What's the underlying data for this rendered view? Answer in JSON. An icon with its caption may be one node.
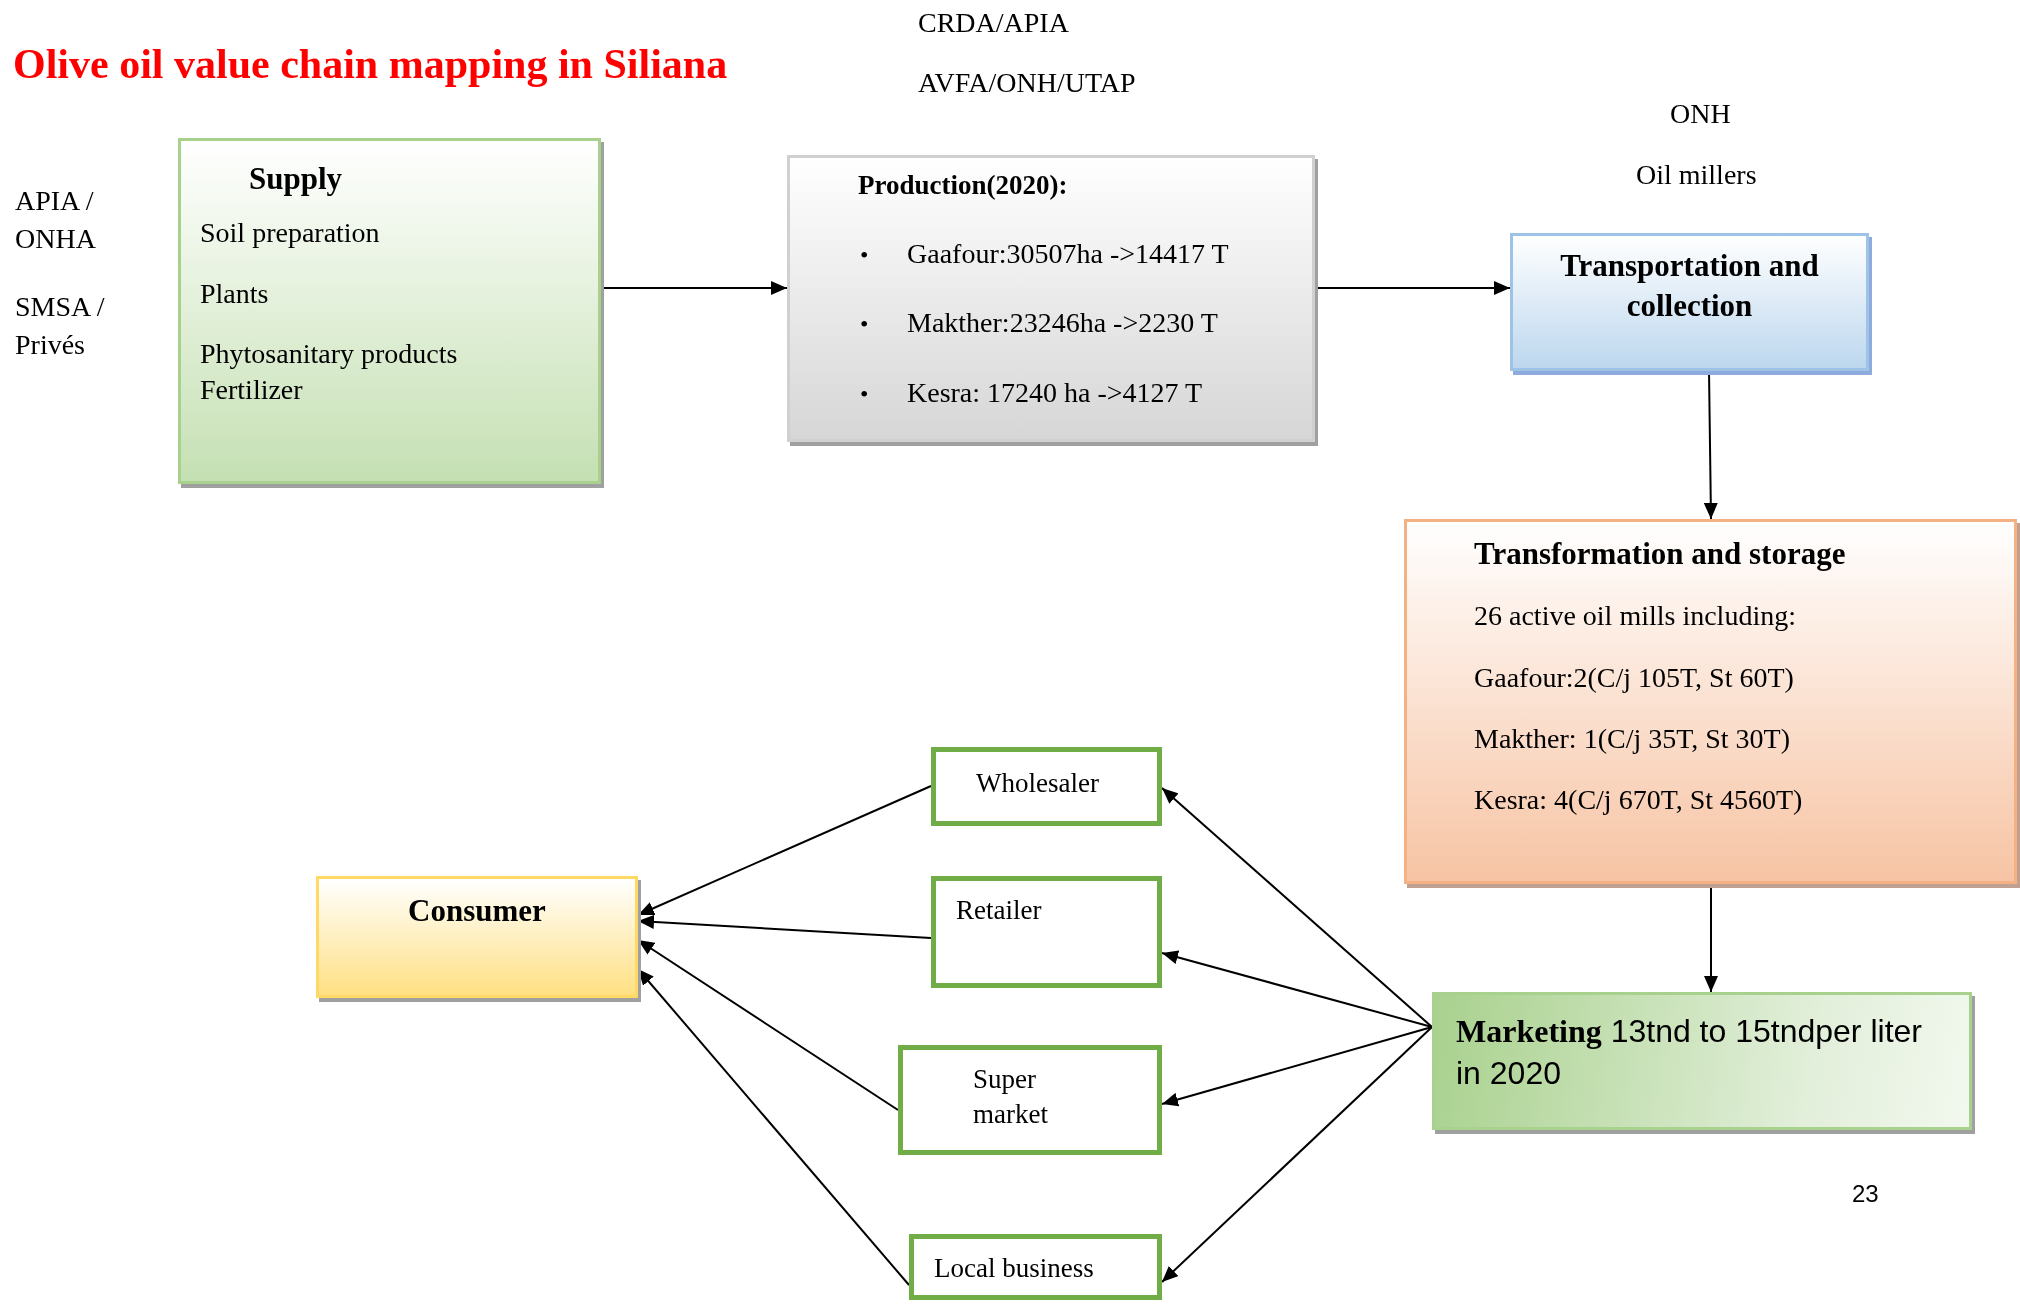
{
  "diagram": {
    "title": "Olive oil value chain mapping in Siliana",
    "nodes": [
      {
        "text": [
          "Supply",
          "Soil preparation",
          "Plants",
          "Phytosanitary products Fertilizer"
        ]
      },
      {
        "text": [
          "Production(2020):",
          "•",
          "Gaafour:30507ha ->14417 T",
          "•",
          "Makther:23246ha ->2230 T",
          "•",
          "Kesra: 17240 ha ->4127 T"
        ]
      },
      {
        "text": [
          "Transportation and collection"
        ]
      },
      {
        "text": [
          "Transformation and storage",
          "26 active oil mills including:",
          "Gaafour:2(C/j 105T, St 60T)",
          "Makther: 1(C/j 35T, St 30T)",
          "Kesra: 4(C/j 670T, St 4560T)"
        ]
      },
      {
        "text": [
          "**Marketing** 13tnd to 15tndper liter in 2020"
        ]
      },
      {
        "text": [
          "Consumer"
        ]
      },
      {
        "text": [
          "Wholesaler"
        ]
      },
      {
        "text": [
          "Retailer"
        ]
      },
      {
        "text": [
          "Super market"
        ]
      },
      {
        "text": [
          "Local business"
        ]
      }
    ],
    "edges": [
      {
        "from": 0,
        "to": 1,
        "arrow": "to"
      },
      {
        "from": 1,
        "to": 2,
        "arrow": "to"
      },
      {
        "from": 2,
        "to": 3,
        "arrow": "to"
      },
      {
        "from": 3,
        "to": 4,
        "arrow": "to"
      },
      {
        "from": 4,
        "to": 6,
        "arrow": "to"
      },
      {
        "from": 4,
        "to": 7,
        "arrow": "to"
      },
      {
        "from": 4,
        "to": 8,
        "arrow": "to"
      },
      {
        "from": 4,
        "to": 9,
        "arrow": "to"
      },
      {
        "from": 6,
        "to": 5,
        "arrow": "to"
      },
      {
        "from": 7,
        "to": 5,
        "arrow": "to"
      },
      {
        "from": 8,
        "to": 5,
        "arrow": "to"
      },
      {
        "from": 9,
        "to": 5,
        "arrow": "to"
      }
    ],
    "labels": [
      "CRDA/APIA",
      "AVFA/ONH/UTAP",
      "ONH",
      "Oil millers",
      "APIA / ONHA",
      "SMSA / Privés",
      "23"
    ]
  }
}
